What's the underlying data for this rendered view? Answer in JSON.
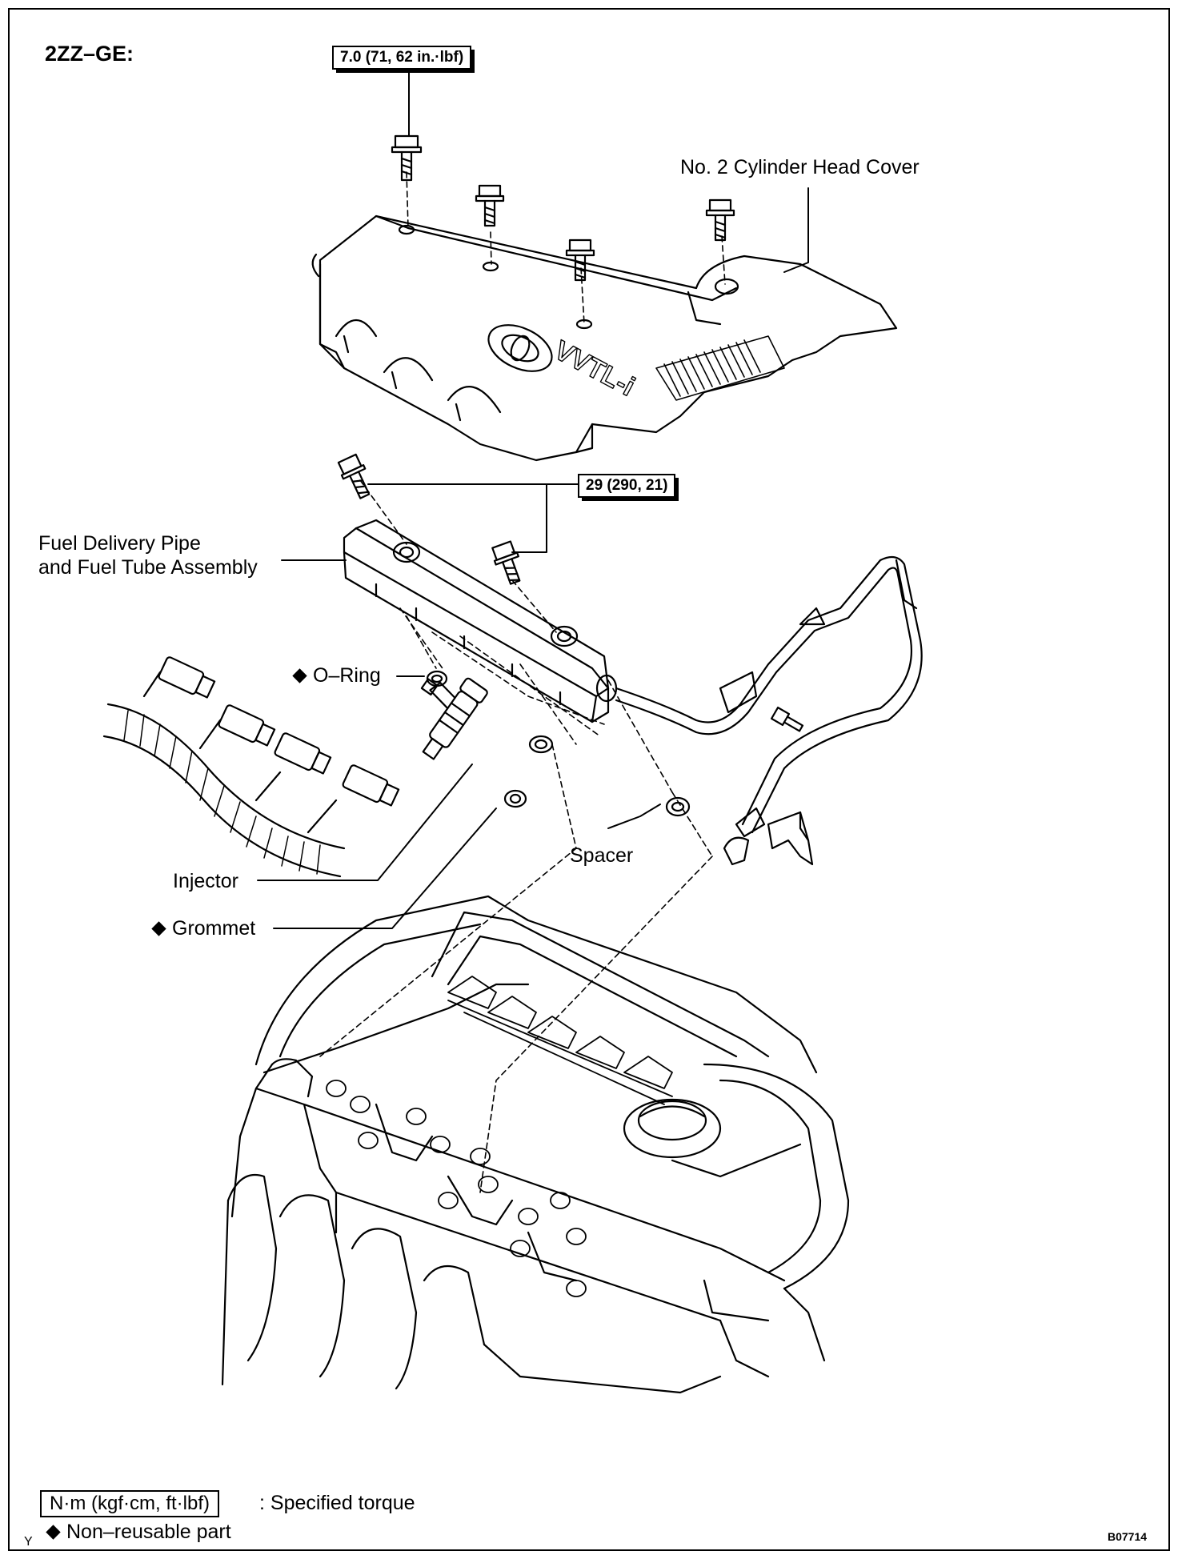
{
  "title": "2ZZ–GE:",
  "torques": {
    "cover_bolt": "7.0 (71, 62 in.·lbf)",
    "pipe_bolt": "29 (290, 21)"
  },
  "parts": {
    "head_cover": "No. 2 Cylinder Head Cover",
    "delivery_pipe_line1": "Fuel Delivery Pipe",
    "delivery_pipe_line2": "and Fuel Tube Assembly",
    "o_ring": "O–Ring",
    "injector": "Injector",
    "grommet": "Grommet",
    "spacer": "Spacer"
  },
  "cover_emblem": "VVTL-i",
  "legend": {
    "torque_unit": "N·m (kgf·cm, ft·lbf)",
    "torque_desc": ": Specified torque",
    "nonreusable_desc": "Non–reusable part"
  },
  "corner_letter": "Y",
  "figure_code": "B07714",
  "icons": {
    "nonreusable": "diamond-icon"
  }
}
